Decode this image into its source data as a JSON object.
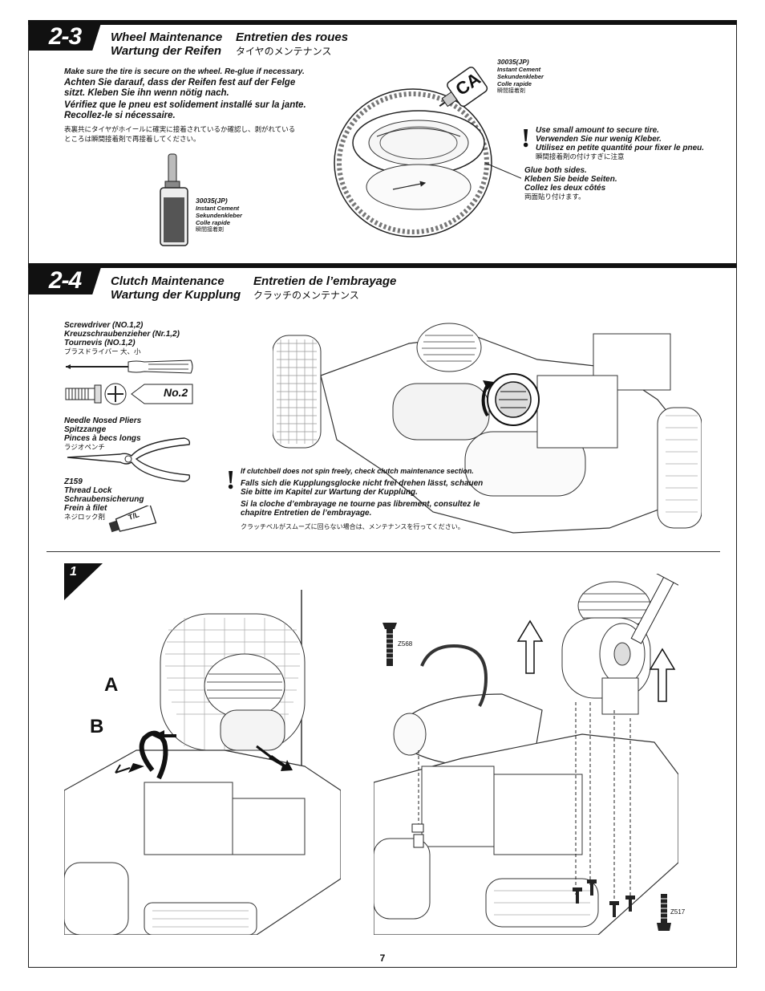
{
  "page_number": "7",
  "sections": {
    "s23": {
      "number": "2-3",
      "title_en": "Wheel Maintenance",
      "title_de": "Wartung der Reifen",
      "title_fr": "Entretien des roues",
      "title_jp": "タイヤのメンテナンス",
      "note_en": "Make sure the tire is secure on the wheel. Re-glue if necessary.",
      "note_de_1": "Achten Sie darauf, dass der Reifen fest auf der Felge",
      "note_de_2": "sitzt. Kleben Sie ihn wenn nötig nach.",
      "note_fr_1": "Vérifiez que le pneu est solidement installé sur la jante.",
      "note_fr_2": "Recollez-le si nécessaire.",
      "note_jp_1": "表裏共にタイヤがホイールに確実に接着されているか確認し、剥がれている",
      "note_jp_2": "ところは瞬間接着剤で再接着してください。",
      "glue_part": {
        "code": "30035(JP)",
        "en": "Instant Cement",
        "de": "Sekundenkleber",
        "fr": "Colle rapide",
        "jp": "瞬間接着剤"
      },
      "ca_label": "CA",
      "ca_part": {
        "code": "30035(JP)",
        "en": "Instant Cement",
        "de": "Sekundenkleber",
        "fr": "Colle rapide",
        "jp": "瞬間接着剤"
      },
      "warn_en": "Use small amount to secure tire.",
      "warn_de": "Verwenden Sie nur wenig Kleber.",
      "warn_fr": "Utilisez en petite quantité pour fixer le pneu.",
      "warn_jp": "瞬間接着剤の付けすぎに注意",
      "glue_en": "Glue both sides.",
      "glue_de": "Kleben Sie beide Seiten.",
      "glue_fr": "Collez les deux côtés",
      "glue_jp": "両面貼り付けます。"
    },
    "s24": {
      "number": "2-4",
      "title_en": "Clutch Maintenance",
      "title_de": "Wartung der Kupplung",
      "title_fr": "Entretien de l’embrayage",
      "title_jp": "クラッチのメンテナンス",
      "tools": {
        "screwdriver": {
          "en": "Screwdriver (NO.1,2)",
          "de": "Kreuzschraubenzieher (Nr.1,2)",
          "fr": "Tournevis (NO.1,2)",
          "jp": "プラスドライバー 大、小",
          "tip_label": "No.2"
        },
        "pliers": {
          "en": "Needle Nosed Pliers",
          "de": "Spitzzange",
          "fr": "Pinces à becs longs",
          "jp": "ラジオペンチ"
        },
        "threadlock": {
          "code": "Z159",
          "en": "Thread Lock",
          "de": "Schraubensicherung",
          "fr": "Frein à filet",
          "jp": "ネジロック剤",
          "tube_label": "T/L"
        }
      },
      "warn_en": "If clutchbell does not spin freely, check clutch maintenance section.",
      "warn_de_1": "Falls sich die Kupplungsglocke nicht frei drehen lässt, schauen",
      "warn_de_2": "Sie bitte im Kapitel zur Wartung der Kupplung.",
      "warn_fr_1": "Si la cloche d’embrayage ne tourne pas librement, consultez le",
      "warn_fr_2": "chapitre Entretien de l’embrayage.",
      "warn_jp": "クラッチベルがスムーズに回らない場合は、メンテナンスを行ってください。"
    },
    "step1": {
      "number": "1",
      "label_a": "A",
      "label_b": "B",
      "part_top": "Z568",
      "part_bottom": "Z517"
    }
  }
}
